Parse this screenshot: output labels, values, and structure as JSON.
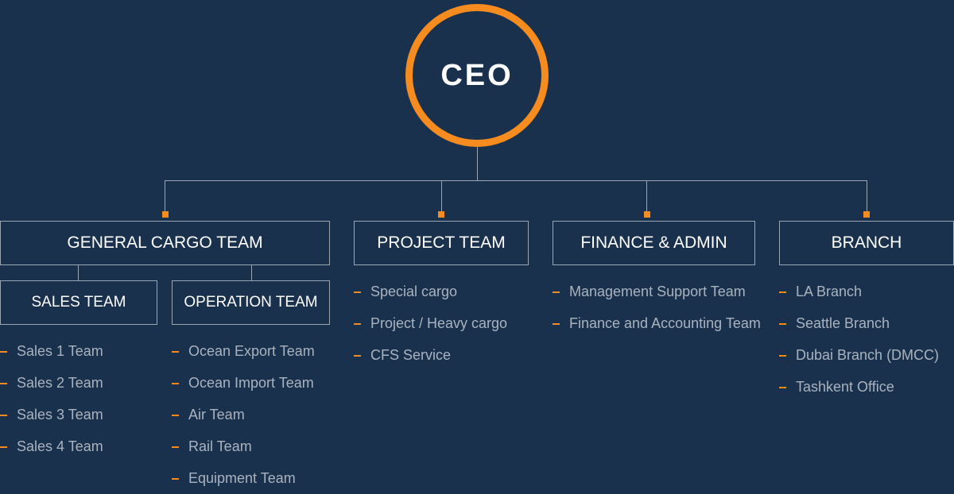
{
  "ceo": {
    "label": "CEO"
  },
  "departments": {
    "general_cargo": {
      "label": "GENERAL CARGO TEAM",
      "sales_team": {
        "label": "SALES TEAM",
        "items": [
          "Sales  1 Team",
          "Sales  2 Team",
          "Sales  3 Team",
          "Sales  4 Team"
        ]
      },
      "operation_team": {
        "label": "OPERATION TEAM",
        "items": [
          "Ocean Export Team",
          "Ocean Import Team",
          "Air Team",
          "Rail Team",
          "Equipment Team"
        ]
      }
    },
    "project": {
      "label": "PROJECT TEAM",
      "items": [
        "Special cargo",
        "Project / Heavy cargo",
        "CFS Service"
      ]
    },
    "finance": {
      "label": "FINANCE & ADMIN",
      "items": [
        "Management Support Team",
        "Finance and Accounting Team"
      ]
    },
    "branch": {
      "label": "BRANCH",
      "items": [
        "LA Branch",
        "Seattle Branch",
        "Dubai Branch (DMCC)",
        "Tashkent Office"
      ]
    }
  },
  "colors": {
    "background": "#1a314d",
    "accent": "#f68b1f",
    "line": "#9aa6b4",
    "text": "#ffffff",
    "muted_text": "#a9b3bf"
  }
}
